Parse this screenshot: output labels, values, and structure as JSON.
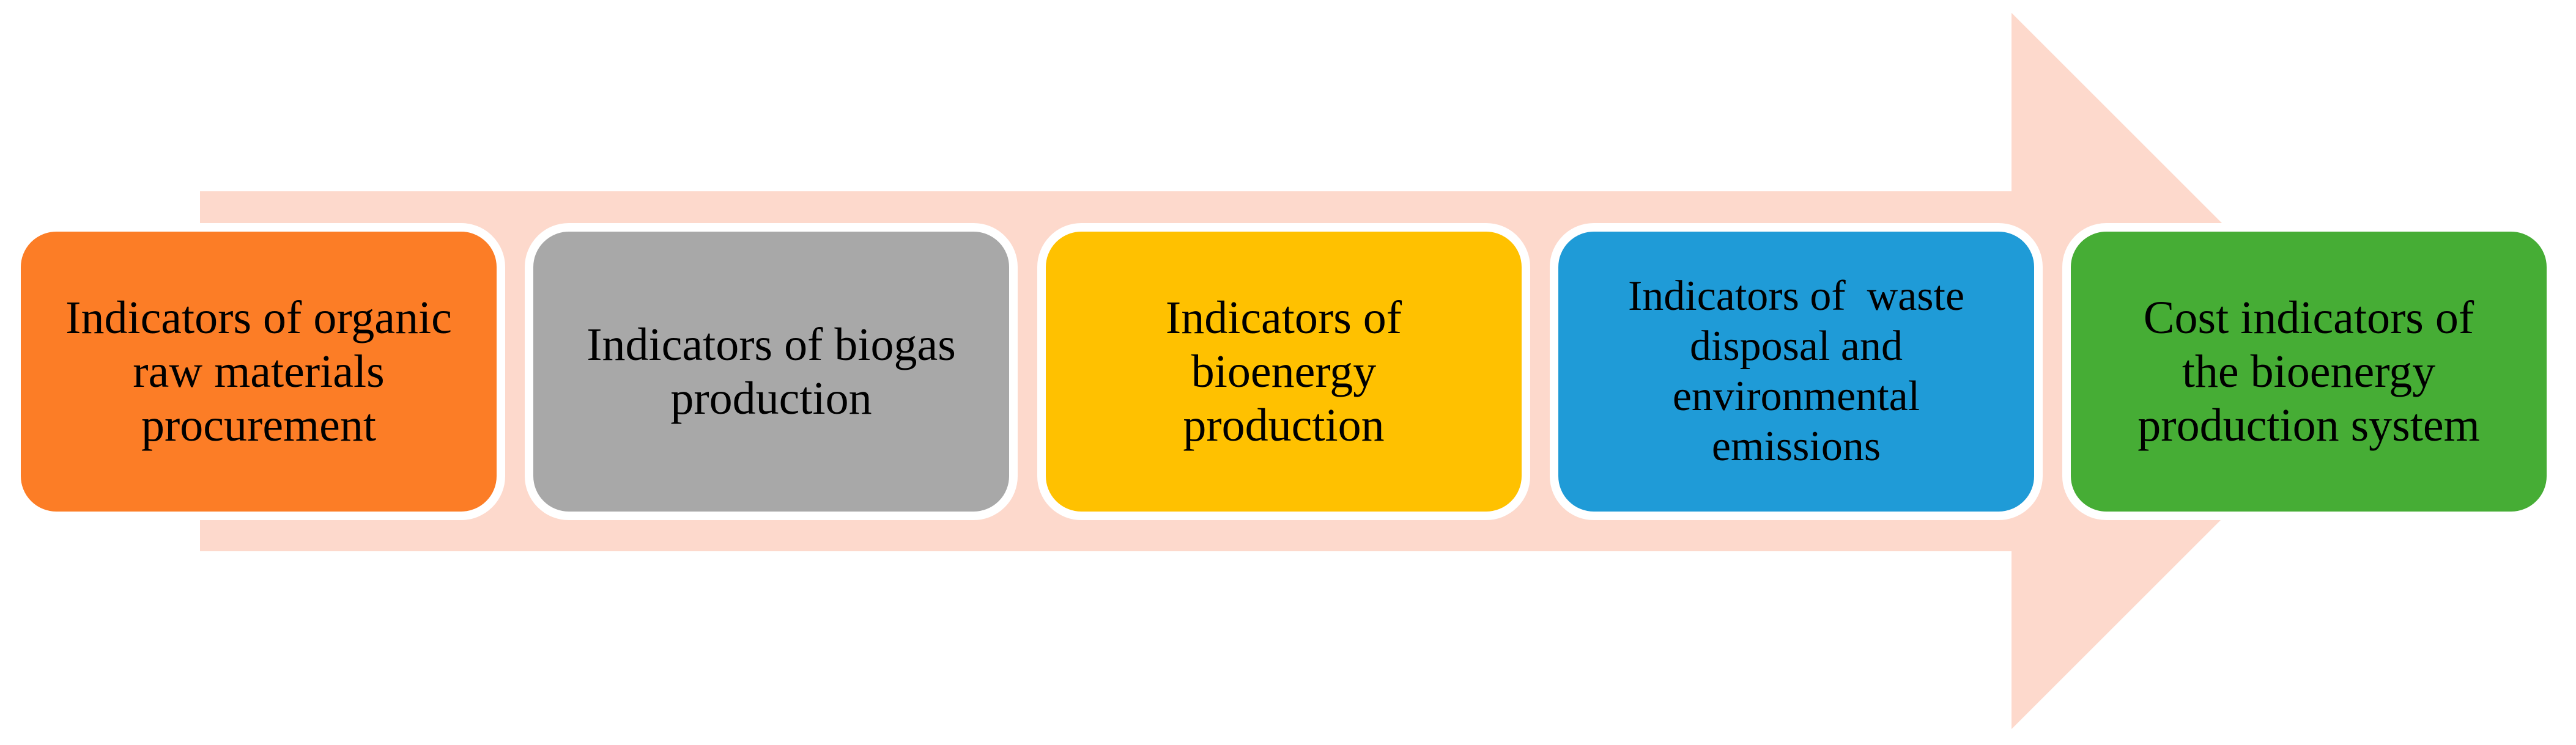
{
  "diagram": {
    "type": "process-arrow",
    "direction": "right",
    "colors": {
      "arrow": "#FDD9CC",
      "box_border": "#FFFFFF",
      "text": "#000000"
    },
    "boxes": [
      {
        "label": "Indicators of organic raw materials procurement",
        "lines": [
          "Indicators of organic",
          "raw materials",
          "procurement"
        ],
        "color": "#FC7D26"
      },
      {
        "label": "Indicators of biogas production",
        "lines": [
          "Indicators of biogas",
          "production"
        ],
        "color": "#A8A8A8"
      },
      {
        "label": "Indicators of bioenergy production",
        "lines": [
          "Indicators of",
          "bioenergy",
          "production"
        ],
        "color": "#FFC100"
      },
      {
        "label": "Indicators of  waste disposal and environmental emissions",
        "lines": [
          "Indicators of  waste",
          "disposal and",
          "environmental",
          "emissions"
        ],
        "color": "#1F9BD7"
      },
      {
        "label": "Cost indicators of the bioenergy production system",
        "lines": [
          "Cost indicators of",
          "the bioenergy",
          "production system"
        ],
        "color": "#46AD35"
      }
    ]
  }
}
